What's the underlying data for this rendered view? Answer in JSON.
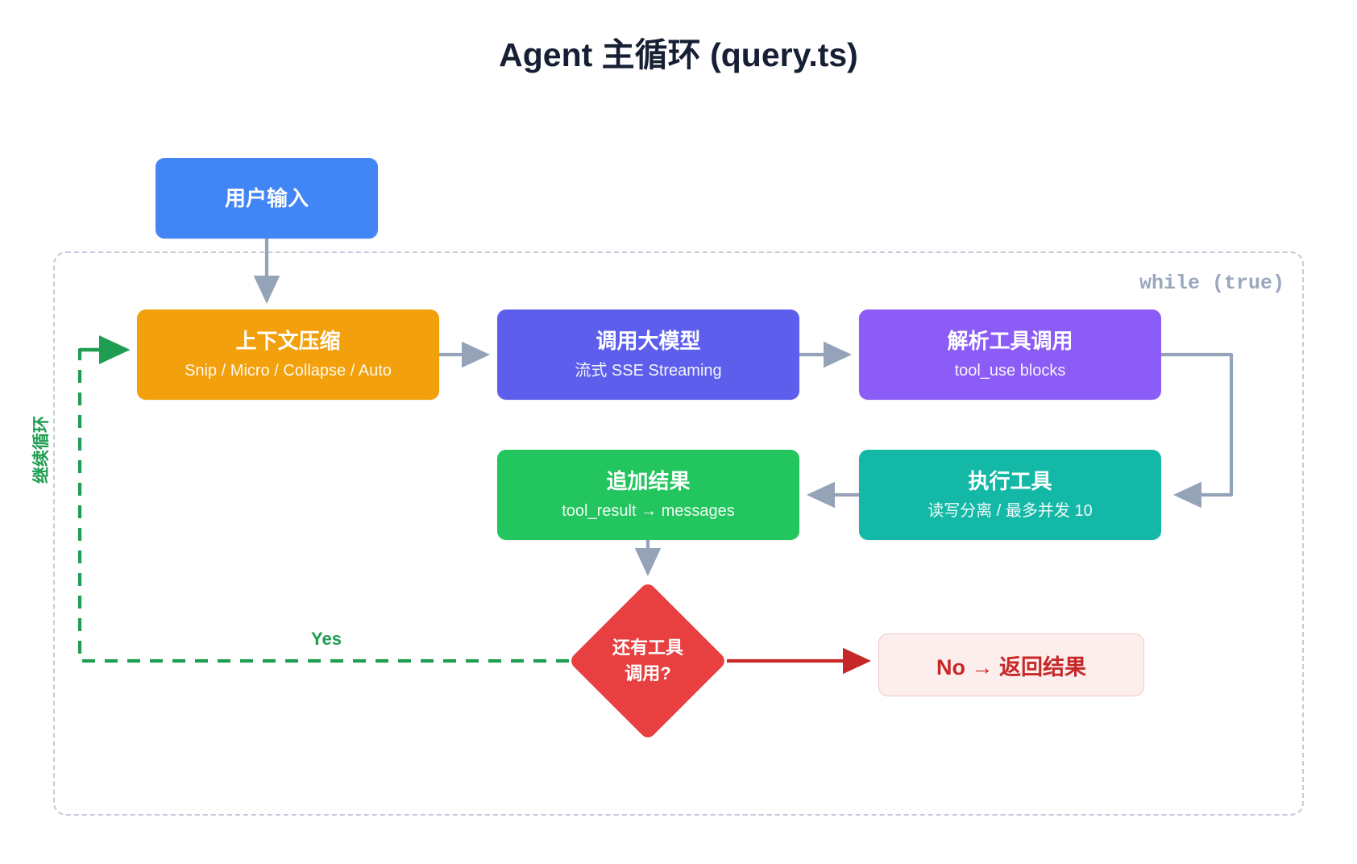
{
  "page": {
    "title": "Agent 主循环 (query.ts)"
  },
  "loop": {
    "label": "while (true)"
  },
  "nodes": {
    "user_input": {
      "title": "用户输入",
      "subtitle": "",
      "color": "#4285f4"
    },
    "context_compress": {
      "title": "上下文压缩",
      "subtitle": "Snip / Micro / Collapse / Auto",
      "color": "#f2a00c"
    },
    "call_model": {
      "title": "调用大模型",
      "subtitle": "流式 SSE Streaming",
      "color": "#5d5fec"
    },
    "parse_tools": {
      "title": "解析工具调用",
      "subtitle": "tool_use blocks",
      "color": "#8b5cf6"
    },
    "exec_tools": {
      "title": "执行工具",
      "subtitle": "读写分离 / 最多并发 10",
      "color": "#14b8a6"
    },
    "append_result": {
      "title": "追加结果",
      "subtitle": "tool_result → messages",
      "color": "#22c55e"
    },
    "decision": {
      "line1": "还有工具",
      "line2": "调用?",
      "color": "#e84040"
    },
    "return_result": {
      "title": "No → 返回结果",
      "color": "#c62828",
      "background": "#fdeeee",
      "border": "#f4c4c4"
    }
  },
  "edges": {
    "yes_label": "Yes",
    "continue_loop_label": "继续循环",
    "arrow_color": "#94a3b8",
    "yes_color": "#1f9d51",
    "no_color": "#c62828"
  }
}
